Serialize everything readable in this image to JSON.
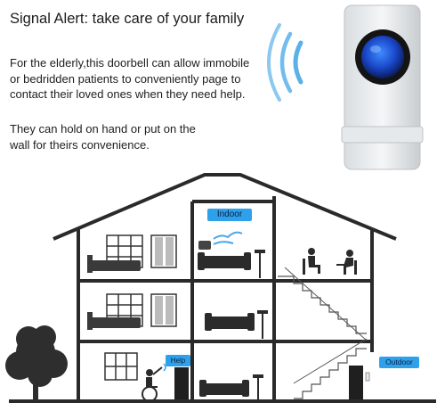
{
  "heading": "Signal Alert: take care of your family",
  "paragraph1": "For the elderly,this doorbell can allow immobile\nor bedridden patients to conveniently page to\ncontact their loved ones when they need help.",
  "paragraph2": "They can hold on hand or put on the\nwall for theirs convenience.",
  "labels": {
    "indoor": "Indoor",
    "help": "Help",
    "outdoor": "Outdoor"
  },
  "colors": {
    "house": "#2a2a2a",
    "label_bg": "#2ea1ea",
    "button_blue": "#1a57d6",
    "signal_blue": "#4aa6e8"
  },
  "icons": [
    "doorbell-transmitter",
    "signal-waves",
    "tree",
    "wheelchair-user",
    "door",
    "stairs",
    "sofa",
    "window",
    "floor-lamp"
  ]
}
